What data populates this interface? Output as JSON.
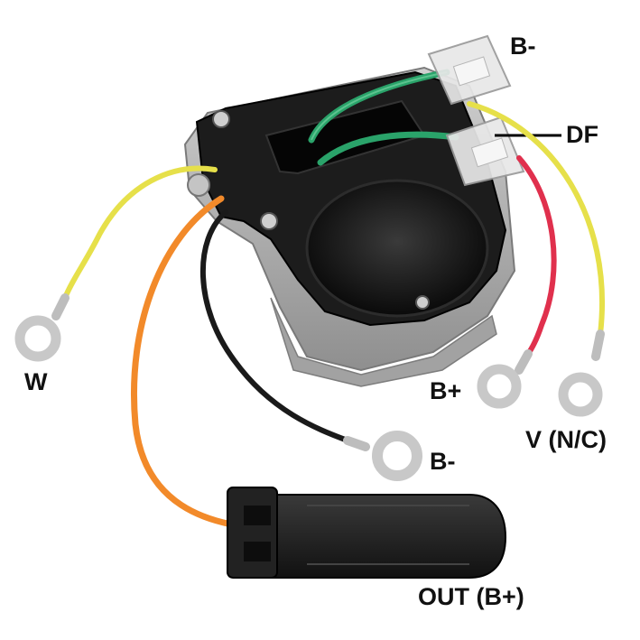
{
  "labels": {
    "b_minus_top": "B-",
    "df": "DF",
    "w": "W",
    "b_plus": "B+",
    "b_minus_bottom": "B-",
    "v": "V (N/C)",
    "out": "OUT (B+)"
  },
  "colors": {
    "background": "#ffffff",
    "housing_metal": "#b9b9b9",
    "gasket": "#1c1c1c",
    "wire_yellow": "#e6e04a",
    "wire_orange": "#f28a2a",
    "wire_black": "#1a1a1a",
    "wire_red": "#e0304d",
    "wire_green": "#2aa36a",
    "terminal_metal": "#c8c8c8",
    "connector": "#1d1d1d",
    "label_text": "#111111"
  }
}
